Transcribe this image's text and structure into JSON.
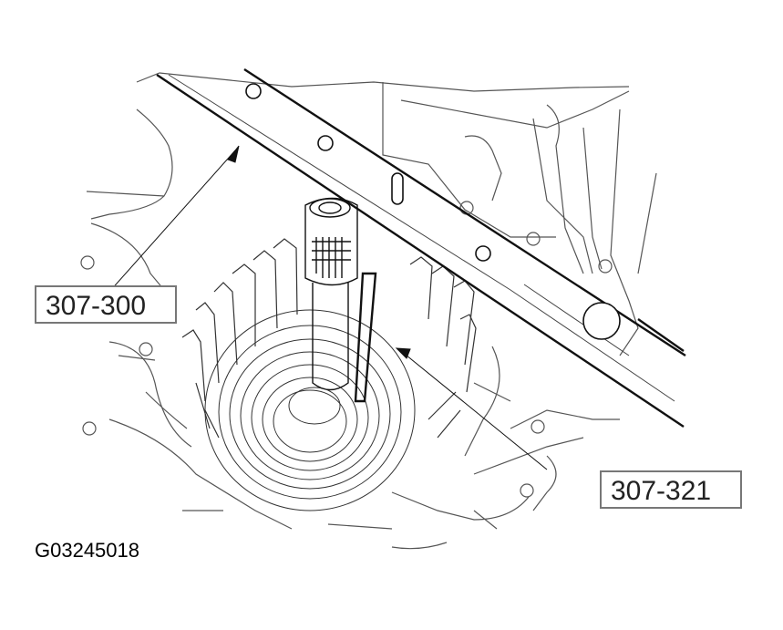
{
  "figure": {
    "id_label": "G03245018",
    "callouts": [
      {
        "label": "307-300",
        "target": "alignment-bar"
      },
      {
        "label": "307-321",
        "target": "pin-tool"
      }
    ],
    "colors": {
      "line": "#1a1a1a",
      "light_line": "#555555",
      "background": "#ffffff",
      "callout_border": "#777777"
    }
  }
}
